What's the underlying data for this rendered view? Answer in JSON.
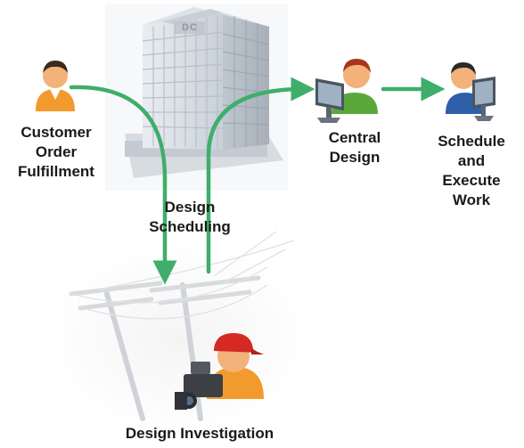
{
  "diagram": {
    "nodes": [
      {
        "id": "customer",
        "icon": "customer-person-icon",
        "lines": [
          "Customer",
          "Order",
          "Fulfillment"
        ]
      },
      {
        "id": "scheduling",
        "icon": "office-building-icon",
        "lines": [
          "Design",
          "Scheduling"
        ]
      },
      {
        "id": "central",
        "icon": "designer-at-computer-icon",
        "lines": [
          "Central",
          "Design"
        ]
      },
      {
        "id": "execute",
        "icon": "worker-at-computer-icon",
        "lines": [
          "Schedule",
          "and",
          "Execute",
          "Work"
        ]
      },
      {
        "id": "investigation",
        "icon": "field-investigator-camera-icon",
        "lines": [
          "Design Investigation"
        ]
      }
    ],
    "flows": [
      {
        "from": "customer",
        "to": "investigation"
      },
      {
        "from": "investigation",
        "to": "central"
      },
      {
        "from": "central",
        "to": "execute"
      }
    ],
    "building_sign": "DC",
    "colors": {
      "arrow": "#3fae6b",
      "text": "#1a1a1a",
      "skin": "#f2b27a",
      "orange_shirt": "#f29a2e",
      "green_shirt": "#5aa83a",
      "blue_shirt": "#2e5fa8",
      "red_cap": "#d42a22"
    }
  }
}
